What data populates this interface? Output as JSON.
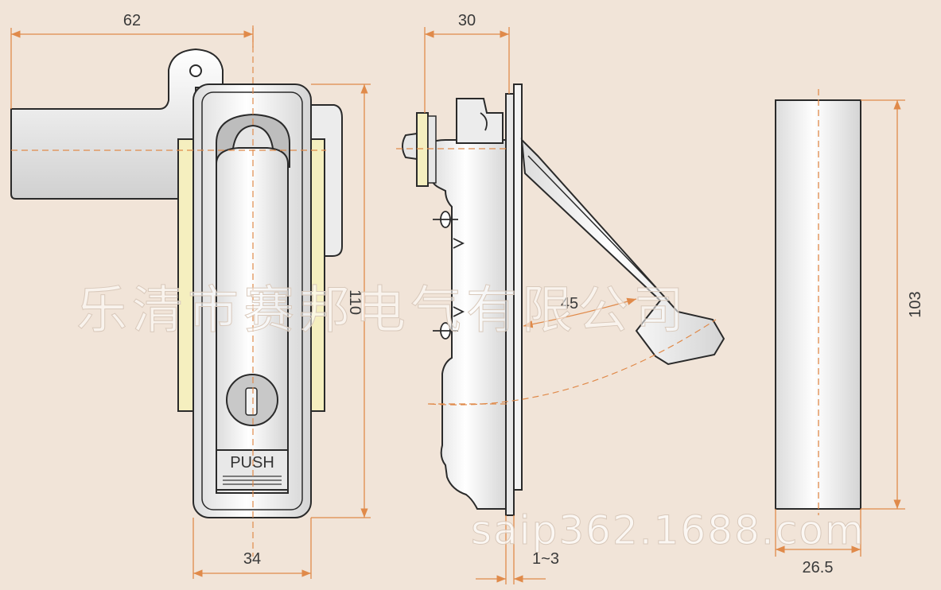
{
  "colors": {
    "background": "#f1e4d8",
    "dimension_line": "#e08a4a",
    "outline": "#2a2a2a",
    "body_fill": "#f4f4f4",
    "gasket_fill": "#f5efbf",
    "keyhole_fill": "#c8c8c8"
  },
  "dimensions": {
    "front_width_top": "62",
    "front_width_bottom": "34",
    "front_height": "110",
    "side_depth": "30",
    "panel_thickness": "1~3",
    "handle_angle": "45",
    "box_height": "103",
    "box_width": "26.5"
  },
  "labels": {
    "push_button": "PUSH"
  },
  "watermark": {
    "company": "乐清市赛邦电气有限公司",
    "website": "saip362.1688.com"
  }
}
